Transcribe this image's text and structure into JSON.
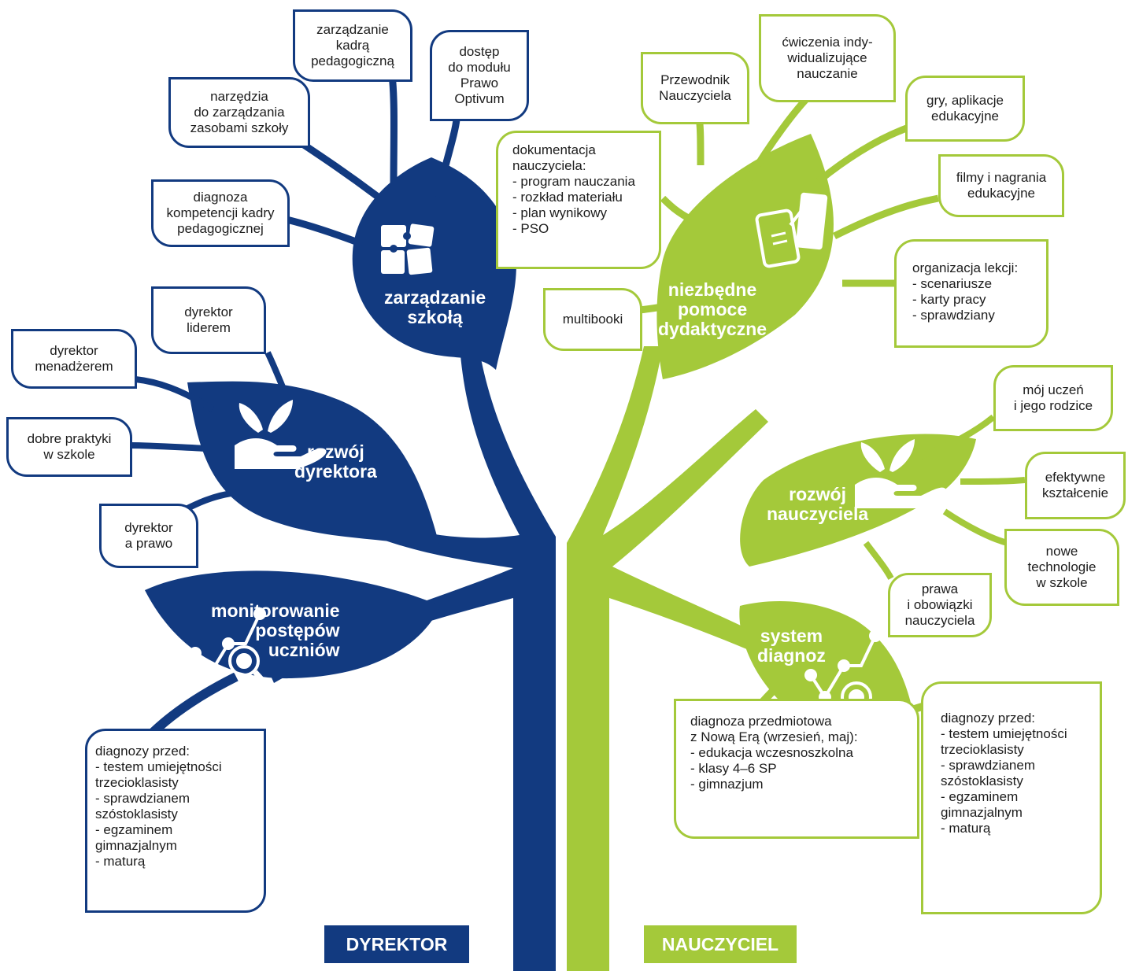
{
  "colors": {
    "blue": "#123a80",
    "green": "#a4c93a"
  },
  "director": {
    "label": "DYREKTOR",
    "leaves": {
      "management": "zarządzanie\nszkołą",
      "development": "rozwój\ndyrektora",
      "monitoring": "monitorowanie\npostępów\nuczniów"
    },
    "icons": {
      "management": "puzzle-icon",
      "development": "hand-with-plant-icon",
      "monitoring": "chart-magnifier-icon"
    },
    "boxes": {
      "staff_management": "zarządzanie\nkadrą\npedagogiczną",
      "optivum": "dostęp\ndo modułu\nPrawo\nOptivum",
      "resource_tools": "narzędzia\ndo zarządzania\nzasobami szkoły",
      "staff_diagnosis": "diagnoza\nkompetencji kadry\npedagogicznej",
      "leader": "dyrektor\nliderem",
      "manager": "dyrektor\nmenadżerem",
      "good_practices": "dobre praktyki\nw szkole",
      "law": "dyrektor\na prawo",
      "diagnoses_before": "diagnozy przed:\n- testem umiejętności\n   trzecioklasisty\n- sprawdzianem\n   szóstoklasisty\n- egzaminem\n   gimnazjalnym\n- maturą"
    }
  },
  "teacher": {
    "label": "NAUCZYCIEL",
    "leaves": {
      "aids": "niezbędne\npomoce\ndydaktyczne",
      "development": "rozwój\nnauczyciela",
      "diagnosis_system": "system\ndiagnoz"
    },
    "icons": {
      "aids": "tablet-and-book-icon",
      "development": "hand-with-plant-icon",
      "diagnosis_system": "chart-magnifier-icon"
    },
    "boxes": {
      "guide": "Przewodnik\nNauczyciela",
      "exercises": "ćwiczenia indy-\nwidualizujące\nnauczanie",
      "games": "gry, aplikacje\nedukacyjne",
      "documentation": "dokumentacja\nnauczyciela:\n- program nauczania\n- rozkład materiału\n- plan wynikowy\n- PSO",
      "films": "filmy i nagrania\nedukacyjne",
      "lesson_org": "organizacja lekcji:\n- scenariusze\n- karty pracy\n- sprawdziany",
      "multibooki": "multibooki",
      "student_parents": "mój uczeń\ni jego rodzice",
      "effective_education": "efektywne\nkształcenie",
      "new_tech": "nowe\ntechnologie\nw szkole",
      "rights_duties": "prawa\ni obowiązki\nnauczyciela",
      "subject_diagnosis": "  diagnoza przedmiotowa\n   z Nową Erą (wrzesień, maj):\n- edukacja wczesnoszkolna\n- klasy 4–6 SP\n- gimnazjum",
      "diagnoses_before": "diagnozy przed:\n- testem umiejętności\n   trzecioklasisty\n- sprawdzianem\n   szóstoklasisty\n- egzaminem\n   gimnazjalnym\n- maturą"
    }
  }
}
